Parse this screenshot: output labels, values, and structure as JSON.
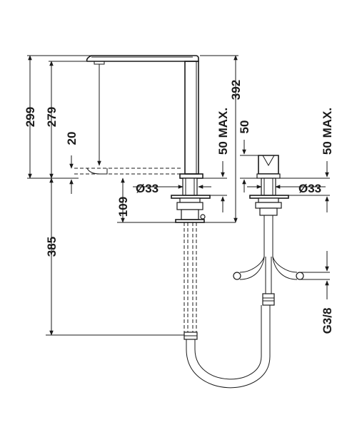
{
  "dimensions": {
    "d299": "299",
    "d279": "279",
    "d20": "20",
    "d385": "385",
    "d109": "109",
    "d392": "392",
    "d50max_left": "50 MAX.",
    "d50": "50",
    "d50max_right": "50 MAX.",
    "diam_left": "Ø33",
    "diam_right": "Ø33",
    "thread": "G3/8"
  }
}
